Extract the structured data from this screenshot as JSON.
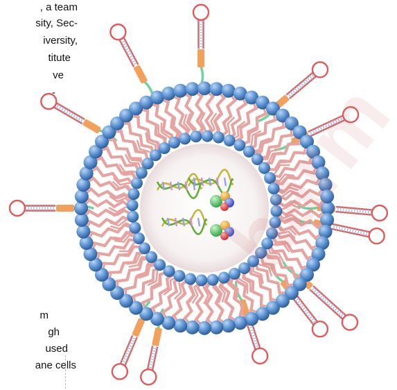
{
  "article_text": {
    "top_lines": [
      ", a team",
      "sity, Sec-",
      "iversity,",
      "titute",
      "ve",
      "-"
    ],
    "bottom_lines": [
      "m",
      "gh",
      "used",
      "ane cells"
    ]
  },
  "watermark": "harm",
  "colors": {
    "lipid_head": "#5a90d0",
    "lipid_tail": "#e6a3a0",
    "linker": "#f3a05a",
    "aptamer_loop": "#e05a5a",
    "aptamer_stem": "#9fc3e8",
    "peg": "#6fd39a"
  }
}
